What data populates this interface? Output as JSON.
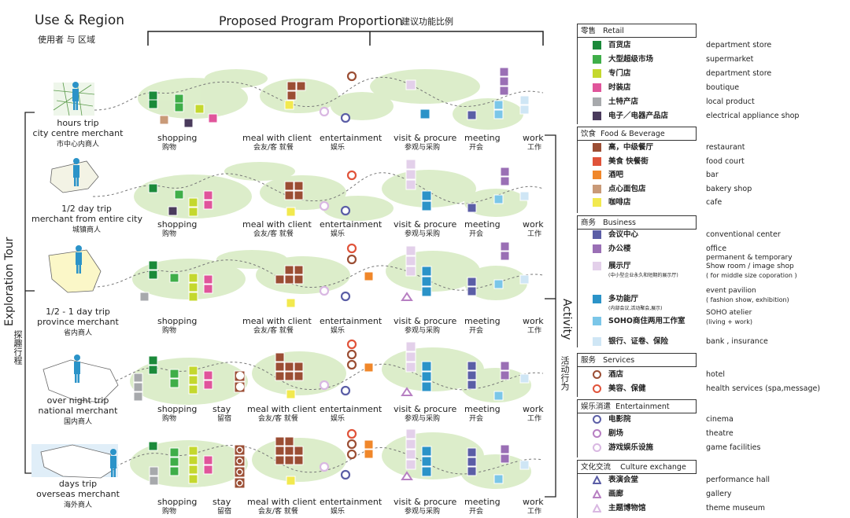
{
  "header": {
    "use_region": "Use & Region",
    "use_region_zh": "使用者 与 区域",
    "proportion": "Proposed Program Proportion",
    "proportion_zh": "建议功能比例"
  },
  "side": {
    "exploration_tour": "Exploration Tour",
    "exploration_tour_zh": "探趣行程",
    "activity": "Activity",
    "activity_zh": "活动行为"
  },
  "rows": [
    {
      "trip": "hours trip",
      "user": "city centre merchant",
      "user_zh": "市中心内商人"
    },
    {
      "trip": "1/2  day trip",
      "user": "merchant from entire city",
      "user_zh": "城镇商人"
    },
    {
      "trip": "1/2 - 1 day trip",
      "user": "province merchant",
      "user_zh": "省内商人"
    },
    {
      "trip": "over night trip",
      "user": "national merchant",
      "user_zh": "国内商人"
    },
    {
      "trip": "days trip",
      "user": "overseas merchant",
      "user_zh": "海外商人"
    }
  ],
  "activities": {
    "shopping": "shopping",
    "shopping_zh": "购物",
    "stay": "stay",
    "stay_zh": "留宿",
    "meal": "meal with client",
    "meal_zh": "会友/客  就餐",
    "entertainment": "entertainment",
    "entertainment_zh": "娱乐",
    "visit": "visit & procure",
    "visit_zh": "参观与采购",
    "meeting": "meeting",
    "meeting_zh": "开会",
    "work": "work",
    "work_zh": "工作"
  },
  "legend": {
    "retail": {
      "zh": "零售",
      "en": "Retail",
      "items": [
        {
          "zh": "百货店",
          "en": "department store",
          "color": "#1b8a3a"
        },
        {
          "zh": "大型超级市场",
          "en": "supermarket",
          "color": "#3fae49"
        },
        {
          "zh": "专门店",
          "en": "department store",
          "color": "#c4d82e"
        },
        {
          "zh": "时装店",
          "en": "boutique",
          "color": "#e0559b"
        },
        {
          "zh": "土特产店",
          "en": "local product",
          "color": "#a7a9ac"
        },
        {
          "zh": "电子／电器产品店",
          "en": "electrical appliance shop",
          "color": "#4a3b5c"
        }
      ]
    },
    "food": {
      "zh": "饮食",
      "en": "Food & Beverage",
      "items": [
        {
          "zh": "高，中级餐厅",
          "en": "restaurant",
          "color": "#9b4e34"
        },
        {
          "zh": "美食  快餐街",
          "en": "food court",
          "color": "#e0533a"
        },
        {
          "zh": "酒吧",
          "en": "bar",
          "color": "#f0872a"
        },
        {
          "zh": "点心面包店",
          "en": "bakery shop",
          "color": "#c99a78"
        },
        {
          "zh": "咖啡店",
          "en": "cafe",
          "color": "#f2e94e"
        }
      ]
    },
    "business": {
      "zh": "商务",
      "en": "Business",
      "items": [
        {
          "zh": "会议中心",
          "en": "conventional center",
          "color": "#5b5ea6"
        },
        {
          "zh": "办公楼",
          "en": "office",
          "color": "#9a6fb5"
        },
        {
          "zh": "展示厅",
          "en": "permanent & temporary",
          "en2": "Show room / image shop",
          "en3": "( for middle size coporation )",
          "sub": "(中小型企业永久和短期的展示厅)",
          "color": "#e3d0ea"
        },
        {
          "zh": "多功能厅",
          "en": "event pavilion",
          "en2": "( fashion show, exhibition)",
          "sub": "(内部会议,活动聚会,展示)",
          "color": "#2b93c8"
        },
        {
          "zh": "SOHO商住两用工作室",
          "en": "SOHO atelier",
          "en2": "(living + work)",
          "color": "#7bc6e8"
        },
        {
          "zh": "银行、证卷、保险",
          "en": "bank , insurance",
          "color": "#cfe6f5"
        }
      ]
    },
    "services": {
      "zh": "服务",
      "en": "Services",
      "items": [
        {
          "zh": "酒店",
          "en": "hotel",
          "color": "#9b4e34"
        },
        {
          "zh": "美容、保健",
          "en": "health services (spa,message)",
          "color": "#e0533a"
        }
      ]
    },
    "entertainment": {
      "zh": "娱乐消遣",
      "en": "Entertainment",
      "items": [
        {
          "zh": "电影院",
          "en": "cinema",
          "color": "#5b5ea6"
        },
        {
          "zh": "剧场",
          "en": "theatre",
          "color": "#b77fc2"
        },
        {
          "zh": "游戏娱乐设施",
          "en": "game facilities",
          "color": "#d9b8e2"
        }
      ]
    },
    "culture": {
      "zh": "文化交流",
      "en": "Culture exchange",
      "items": [
        {
          "zh": "表演会堂",
          "en": "performance hall",
          "color": "#5b5ea6"
        },
        {
          "zh": "画廊",
          "en": "gallery",
          "color": "#b77fc2"
        },
        {
          "zh": "主题博物馆",
          "en": "theme museum",
          "color": "#d9b8e2"
        }
      ]
    }
  }
}
